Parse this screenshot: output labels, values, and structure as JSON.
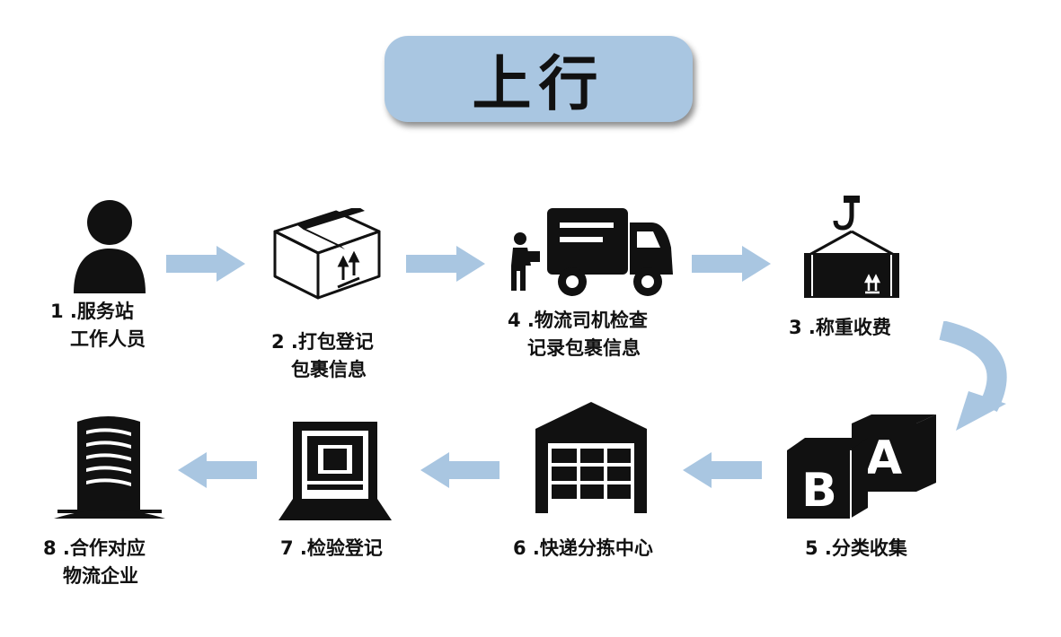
{
  "title": "上行",
  "steps": [
    {
      "line1": "1 .服务站",
      "line2": "工作人员"
    },
    {
      "line1": "2 .打包登记",
      "line2": "包裹信息"
    },
    {
      "line1": "4 .物流司机检查",
      "line2": "记录包裹信息"
    },
    {
      "line1": "3 .称重收费",
      "line2": ""
    },
    {
      "line1": "5 .分类收集",
      "line2": ""
    },
    {
      "line1": "6 .快递分拣中心",
      "line2": ""
    },
    {
      "line1": "7 .检验登记",
      "line2": ""
    },
    {
      "line1": "8 .合作对应",
      "line2": "物流企业"
    }
  ],
  "box_letters": {
    "front": "B",
    "back": "A"
  },
  "colors": {
    "title_bg": "#a9c6e1",
    "arrow": "#a9c6e1",
    "icon": "#111111"
  },
  "icons": [
    "person-icon",
    "package-icon",
    "delivery-truck-icon",
    "weighing-container-icon",
    "letter-boxes-icon",
    "warehouse-icon",
    "inspection-machine-icon",
    "office-building-icon"
  ]
}
